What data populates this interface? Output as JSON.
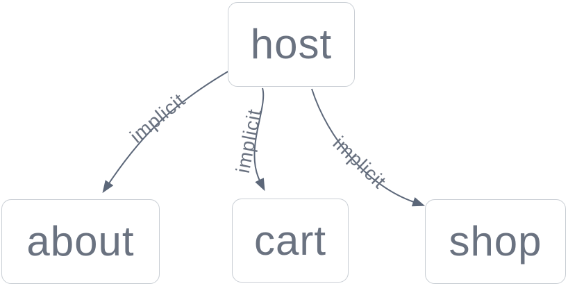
{
  "diagram": {
    "type": "graph",
    "background": "#ffffff",
    "colors": {
      "node_border": "#c9ced4",
      "node_fill": "#ffffff",
      "node_text": "#6a7280",
      "edge_stroke": "#5c6779",
      "edge_label_text": "#6a7280"
    },
    "nodes": [
      {
        "id": "host",
        "label": "host"
      },
      {
        "id": "about",
        "label": "about"
      },
      {
        "id": "cart",
        "label": "cart"
      },
      {
        "id": "shop",
        "label": "shop"
      }
    ],
    "edges": [
      {
        "from": "host",
        "to": "about",
        "label": "implicit"
      },
      {
        "from": "host",
        "to": "cart",
        "label": "implicit"
      },
      {
        "from": "host",
        "to": "shop",
        "label": "implicit"
      }
    ]
  }
}
